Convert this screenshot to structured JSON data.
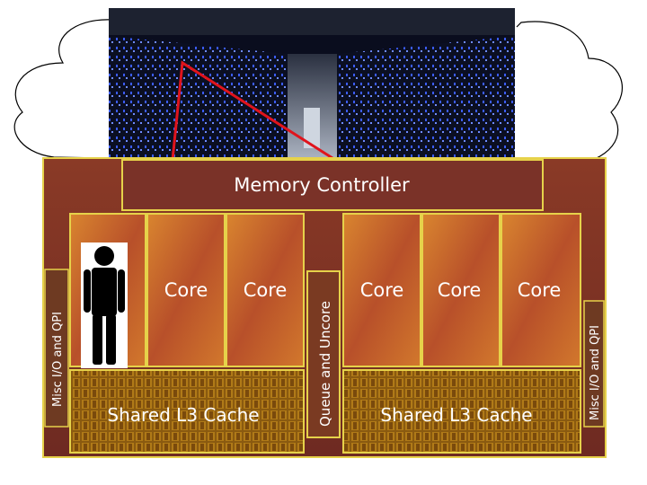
{
  "die": {
    "memory_controller": "Memory Controller",
    "cores": [
      "Core",
      "Core",
      "Core",
      "Core",
      "Core"
    ],
    "cache_left": "Shared L3 Cache",
    "cache_right": "Shared L3 Cache",
    "queue_uncore": "Queue and Uncore",
    "misc_left": "Misc I/O and QPI",
    "misc_right": "Misc I/O and QPI"
  },
  "colors": {
    "die_border": "#e6d24a",
    "core_fill": "#c8682a",
    "cache_fill": "#9c6a12",
    "laser": "#e0141c",
    "server_light": "#2b4bd8"
  }
}
